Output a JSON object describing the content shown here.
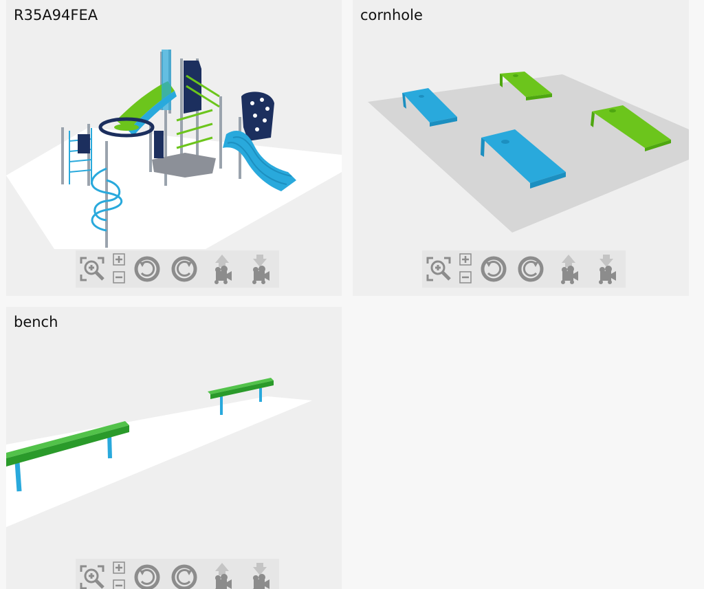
{
  "viewers": [
    {
      "title": "R35A94FEA",
      "model": "playground-structure"
    },
    {
      "title": "cornhole",
      "model": "cornhole-boards"
    },
    {
      "title": "bench",
      "model": "benches"
    }
  ],
  "toolbar": {
    "buttons": [
      {
        "name": "zoom-fit",
        "icon": "zoom-extents-icon"
      },
      {
        "name": "zoom-in",
        "icon": "plus-icon"
      },
      {
        "name": "zoom-out",
        "icon": "minus-icon"
      },
      {
        "name": "rotate-left",
        "icon": "rotate-left-icon"
      },
      {
        "name": "rotate-right",
        "icon": "rotate-right-icon"
      },
      {
        "name": "camera-up",
        "icon": "camera-up-icon"
      },
      {
        "name": "camera-down",
        "icon": "camera-down-icon"
      }
    ]
  },
  "colors": {
    "page_bg": "#f7f7f7",
    "card_bg": "#efefef",
    "toolbar_bg": "#e6e6e6",
    "icon_gray": "#8c8c8c",
    "equipment_blue": "#29a9dc",
    "equipment_green": "#6cc51c",
    "bench_green": "#2a9a2a",
    "navy": "#1c2f5e"
  }
}
